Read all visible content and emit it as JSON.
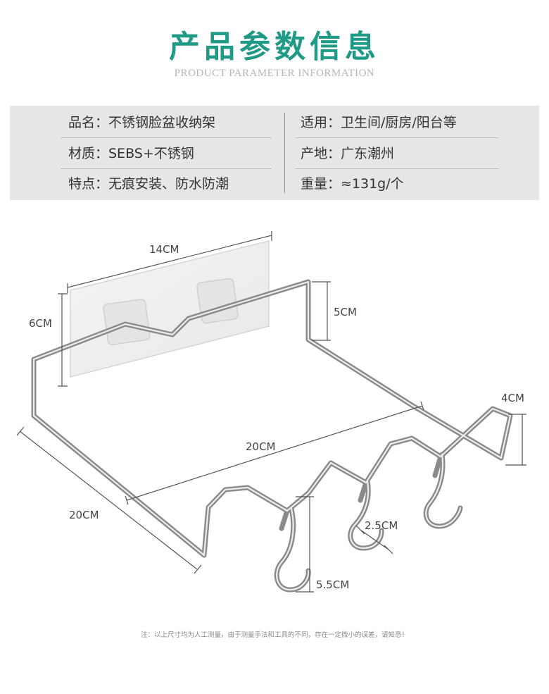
{
  "header": {
    "title": "产品参数信息",
    "subtitle": "PRODUCT PARAMETER INFORMATION"
  },
  "params": {
    "rows": [
      {
        "left": "品名：不锈钢脸盆收纳架",
        "right": "适用：卫生间/厨房/阳台等"
      },
      {
        "left": "材质：SEBS+不锈钢",
        "right": "产地：广东潮州"
      },
      {
        "left": "特点：无痕安装、防水防潮",
        "right": "重量：≈131g/个"
      }
    ]
  },
  "dimensions": {
    "pad_width": "14CM",
    "pad_height": "6CM",
    "rail_height": "5CM",
    "front_depth": "20CM",
    "side_depth": "20CM",
    "end_hook": "4CM",
    "hook_width": "2.5CM",
    "hook_length": "5.5CM"
  },
  "footer": {
    "note": "注：以上尺寸均为人工测量，由于测量手法和工具的不同，存在一定微小的误差，请知悉！"
  },
  "colors": {
    "title": "#1f9a86",
    "panel": "#e6e6e6",
    "steel": "#9a9a9a"
  }
}
